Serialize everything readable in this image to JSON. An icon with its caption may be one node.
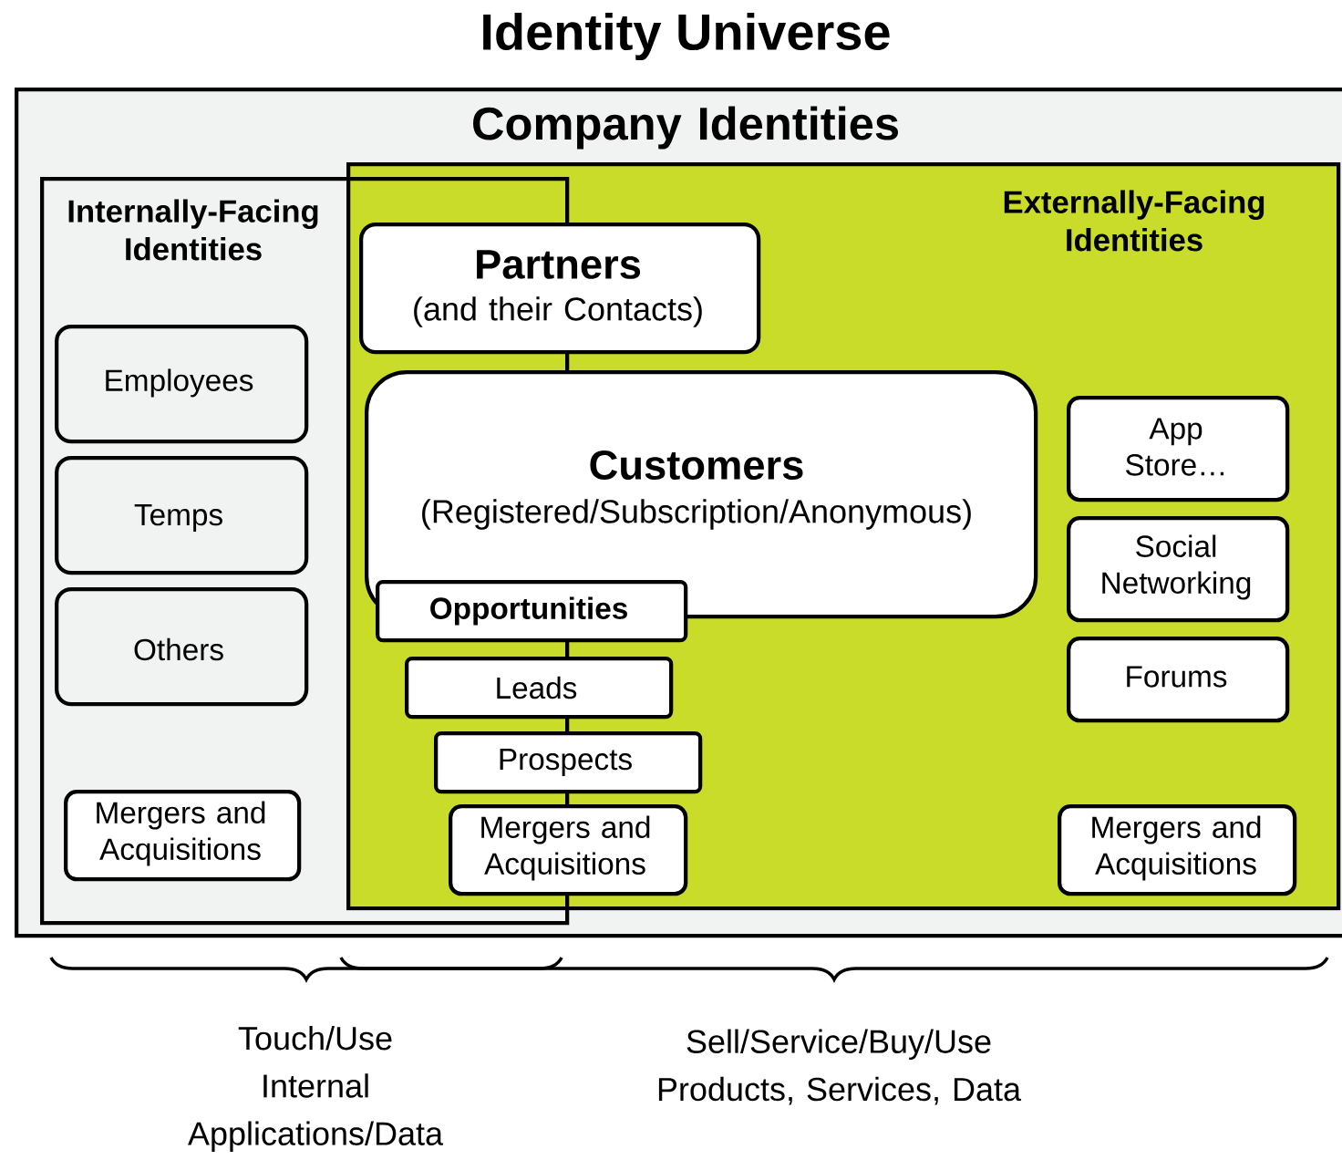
{
  "diagram": {
    "title": "Identity Universe",
    "nodes": [
      {
        "text": [
          "Company Identities"
        ]
      },
      {
        "text": [
          "Internally-Facing Identities"
        ],
        "in": 0
      },
      {
        "text": [
          "Externally-Facing Identities"
        ],
        "in": 0
      },
      {
        "text": [
          "Employees"
        ],
        "in": 1
      },
      {
        "text": [
          "Temps"
        ],
        "in": 1
      },
      {
        "text": [
          "Others"
        ],
        "in": 1
      },
      {
        "text": [
          "Mergers and Acquisitions"
        ],
        "in": 1
      },
      {
        "text": [
          "Partners",
          "(and their Contacts)"
        ],
        "in": 2
      },
      {
        "text": [
          "Customers",
          "(Registered/Subscription/Anonymous)"
        ],
        "in": 2
      },
      {
        "text": [
          "Opportunities"
        ],
        "in": 2
      },
      {
        "text": [
          "Leads"
        ],
        "in": 2
      },
      {
        "text": [
          "Prospects"
        ],
        "in": 2
      },
      {
        "text": [
          "Mergers and Acquisitions"
        ],
        "in": 2
      },
      {
        "text": [
          "App Store…"
        ],
        "in": 2
      },
      {
        "text": [
          "Social Networking"
        ],
        "in": 2
      },
      {
        "text": [
          "Forums"
        ],
        "in": 2
      },
      {
        "text": [
          "Mergers and Acquisitions"
        ],
        "in": 2
      }
    ],
    "labels": [
      "Touch/Use Internal Applications/Data",
      "Sell/Service/Buy/Use Products, Services, Data"
    ]
  }
}
